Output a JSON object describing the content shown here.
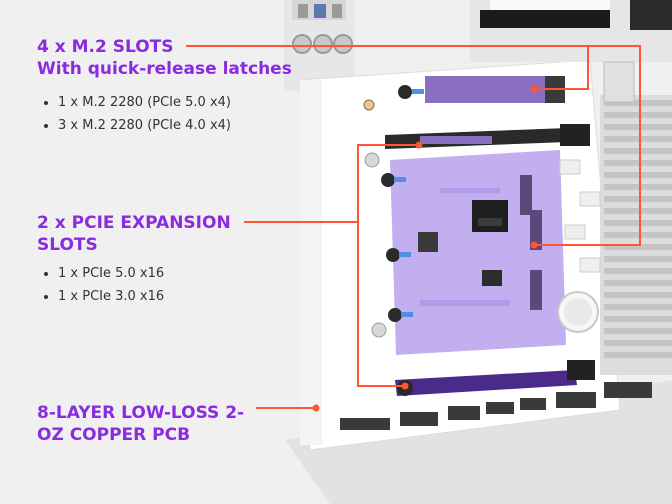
{
  "callouts": [
    {
      "title": "4 x M.2 SLOTS\nWith quick-release latches",
      "bullets": [
        "1 x M.2 2280 (PCIe 5.0 x4)",
        "3 x M.2 2280 (PCIe 4.0 x4)"
      ]
    },
    {
      "title": "2 x PCIE EXPANSION\nSLOTS",
      "bullets": [
        "1 x PCIe 5.0 x16",
        "1 x PCIe 3.0 x16"
      ]
    },
    {
      "title": "8-LAYER LOW-LOSS 2-\nOZ COPPER PCB",
      "bullets": []
    }
  ],
  "colors": {
    "title": "#8a2be2",
    "leader": "#ff5533",
    "pcb": "#ffffff",
    "m2_slot": "#8a6fc0",
    "module": "#c3aef0",
    "pcie": "#4b2a8a",
    "shadow": "#d5d5d5"
  }
}
